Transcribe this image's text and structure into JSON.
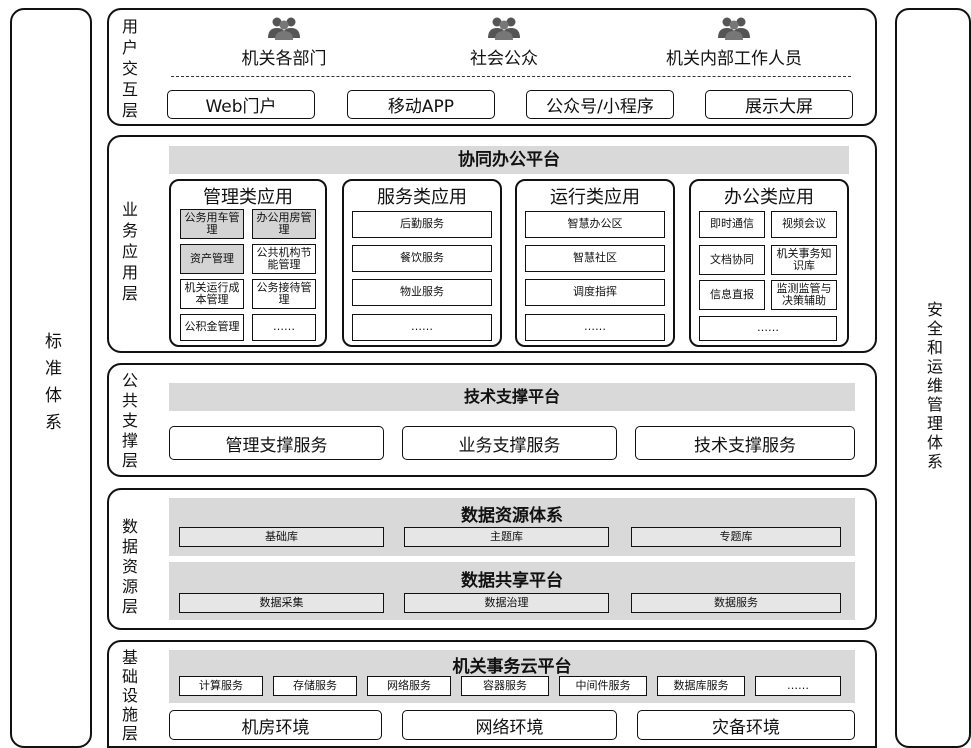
{
  "left_side": "标准体系",
  "right_side": "安全和运维管理体系",
  "user_layer": {
    "label": "用户交互层",
    "users": [
      "机关各部门",
      "社会公众",
      "机关内部工作人员"
    ],
    "channels": [
      "Web门户",
      "移动APP",
      "公众号/小程序",
      "展示大屏"
    ]
  },
  "business_layer": {
    "label": "业务应用层",
    "platform": "协同办公平台",
    "groups": [
      {
        "title": "管理类应用",
        "items": [
          "公务用车管理",
          "办公用房管理",
          "资产管理",
          "公共机构节能管理",
          "机关运行成本管理",
          "公务接待管理",
          "公积金管理",
          "……"
        ]
      },
      {
        "title": "服务类应用",
        "items": [
          "后勤服务",
          "餐饮服务",
          "物业服务",
          "……"
        ]
      },
      {
        "title": "运行类应用",
        "items": [
          "智慧办公区",
          "智慧社区",
          "调度指挥",
          "……"
        ]
      },
      {
        "title": "办公类应用",
        "items": [
          "即时通信",
          "视频会议",
          "文档协同",
          "机关事务知识库",
          "信息直报",
          "监测监管与决策辅助",
          "……"
        ]
      }
    ]
  },
  "support_layer": {
    "label": "公共支撑层",
    "platform": "技术支撑平台",
    "services": [
      "管理支撑服务",
      "业务支撑服务",
      "技术支撑服务"
    ]
  },
  "data_layer": {
    "label": "数据资源层",
    "resource_system": "数据资源体系",
    "resources": [
      "基础库",
      "主题库",
      "专题库"
    ],
    "sharing_platform": "数据共享平台",
    "sharing": [
      "数据采集",
      "数据治理",
      "数据服务"
    ]
  },
  "infra_layer": {
    "label": "基础设施层",
    "platform": "机关事务云平台",
    "cloud_services": [
      "计算服务",
      "存储服务",
      "网络服务",
      "容器服务",
      "中间件服务",
      "数据库服务",
      "……"
    ],
    "environments": [
      "机房环境",
      "网络环境",
      "灾备环境"
    ]
  }
}
